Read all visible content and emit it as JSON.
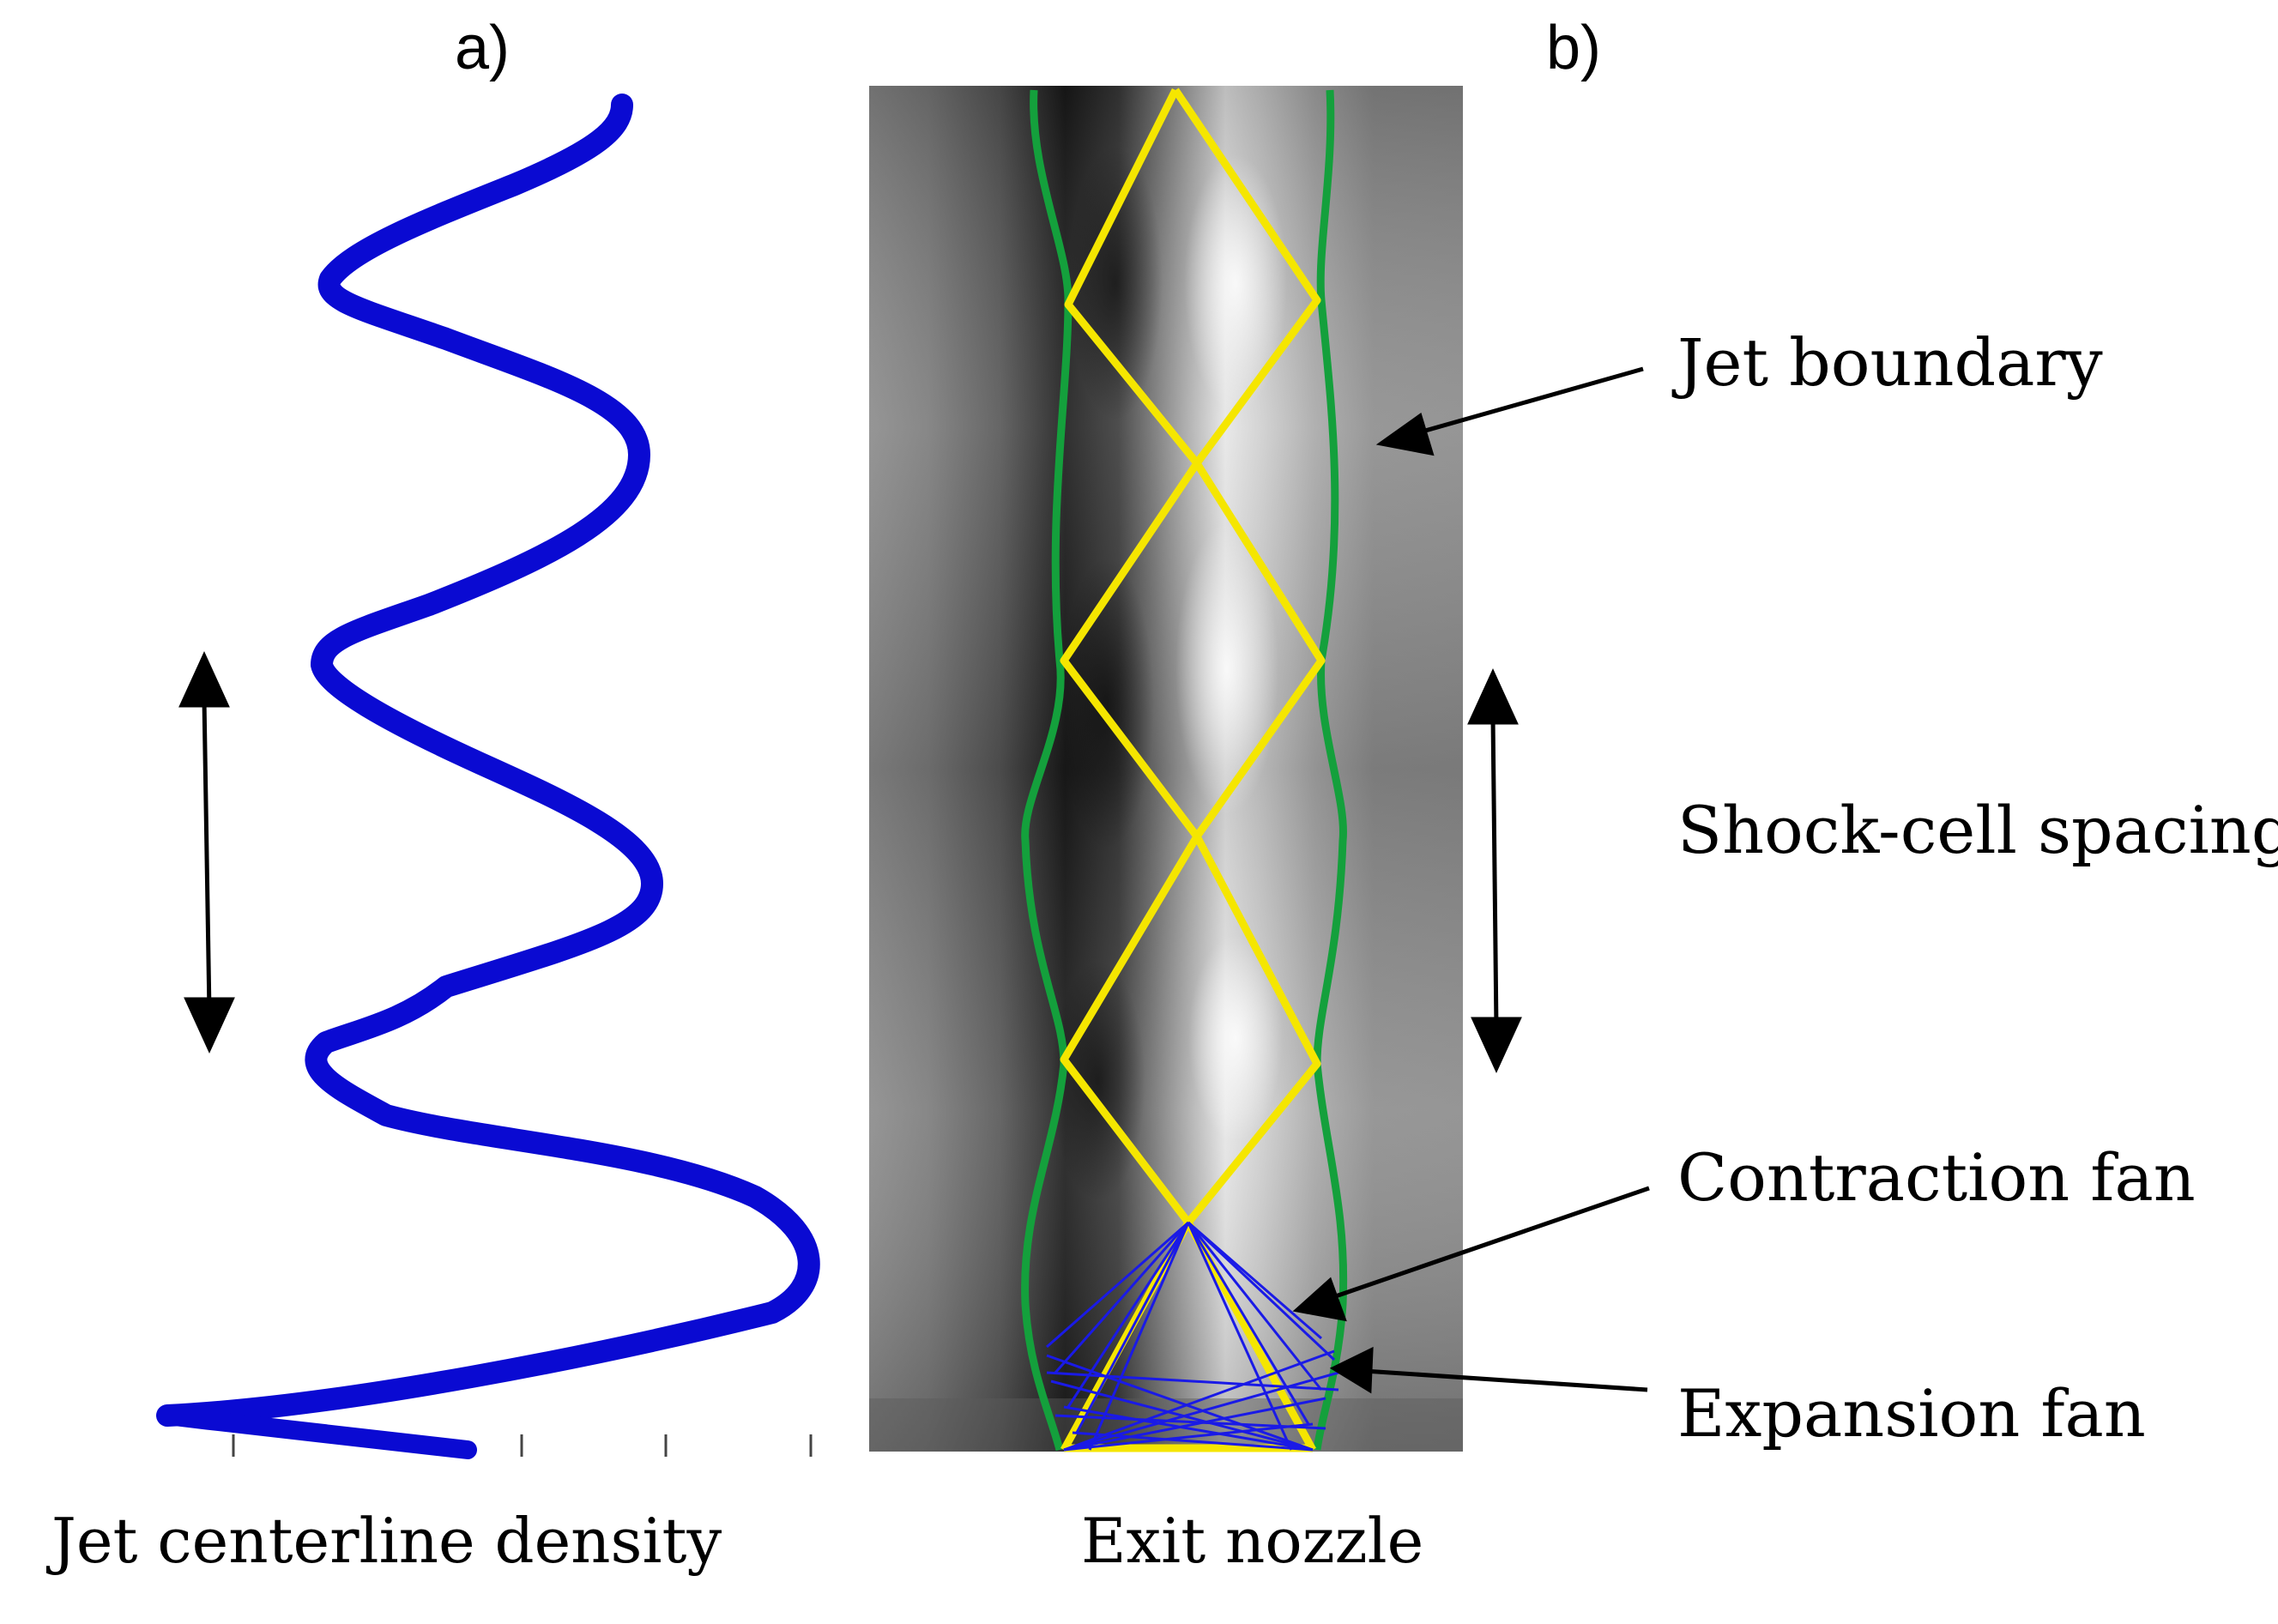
{
  "panels": {
    "a_label": "a)",
    "b_label": "b)"
  },
  "captions": {
    "left": "Jet centerline density",
    "right": "Exit nozzle"
  },
  "annotations": {
    "jet_boundary": "Jet boundary",
    "shock_cell_spacing": "Shock-cell spacing",
    "contraction_fan": "Contraction fan",
    "expansion_fan": "Expansion fan"
  },
  "colors": {
    "density_curve": "#0a0ad2",
    "jet_boundary": "#14a03c",
    "shock_lines": "#f5e600",
    "fan_lines": "#1a1ae6",
    "arrows": "#000000",
    "background": "#ffffff"
  },
  "icons": {
    "spacing_indicator": "double-headed-arrow",
    "pointer": "arrow"
  }
}
